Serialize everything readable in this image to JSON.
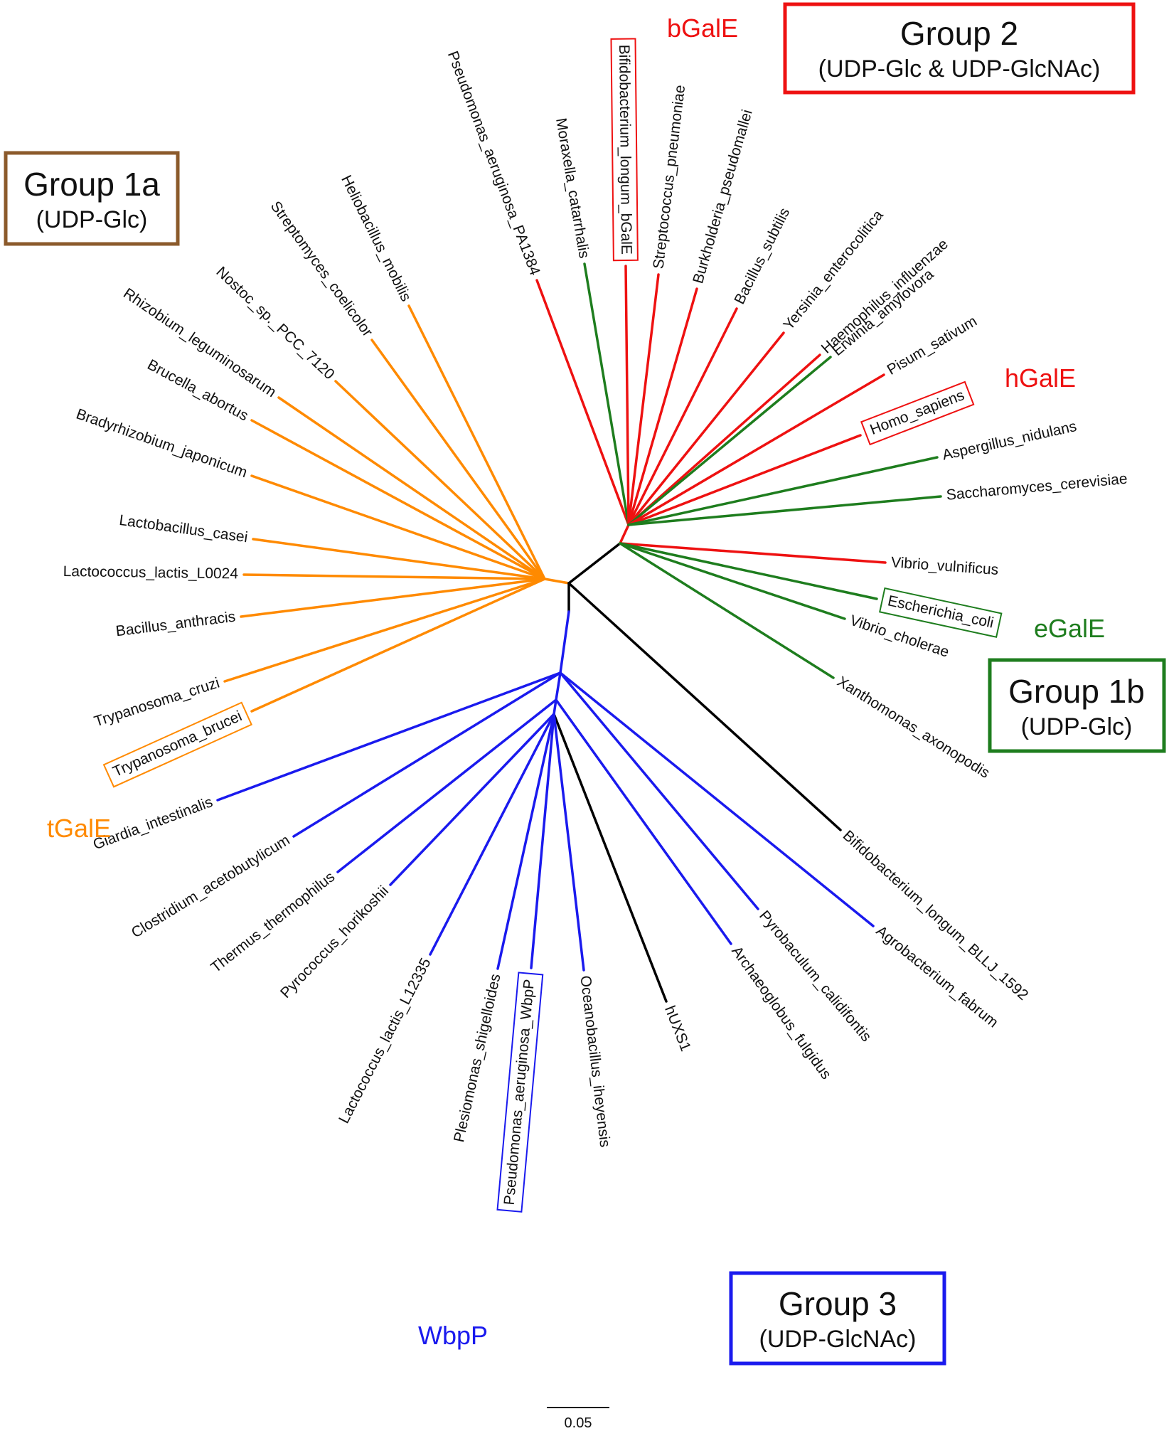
{
  "colors": {
    "group1a": "#ff8a00",
    "group1b": "#1e7d1e",
    "group2": "#ee1111",
    "group3": "#1a1aee",
    "ungrouped": "#000000",
    "group1a_box": "#8b5a2b"
  },
  "groups": [
    {
      "id": "g1a",
      "title": "Group 1a",
      "subtitle": "(UDP-Glc)",
      "color": "#8b5a2b"
    },
    {
      "id": "g2",
      "title": "Group 2",
      "subtitle": "(UDP-Glc & UDP-GlcNAc)",
      "color": "#ee1111"
    },
    {
      "id": "g1b",
      "title": "Group 1b",
      "subtitle": "(UDP-Glc)",
      "color": "#1e7d1e"
    },
    {
      "id": "g3",
      "title": "Group 3",
      "subtitle": "(UDP-GlcNAc)",
      "color": "#1a1aee"
    }
  ],
  "callouts": [
    {
      "id": "bgale",
      "text": "bGalE",
      "color": "#ee1111"
    },
    {
      "id": "hgale",
      "text": "hGalE",
      "color": "#ee1111"
    },
    {
      "id": "egale",
      "text": "eGalE",
      "color": "#1e7d1e"
    },
    {
      "id": "tgale",
      "text": "tGalE",
      "color": "#ff8a00"
    },
    {
      "id": "wbpp",
      "text": "WbpP",
      "color": "#1a1aee"
    }
  ],
  "leaves": [
    {
      "name": "Pseudomonas_aeruginosa_PA1384",
      "group": "group2",
      "boxed": false
    },
    {
      "name": "Moraxella_catarrhalis",
      "group": "group1b",
      "boxed": false
    },
    {
      "name": "Bifidobacterium_longum_bGalE",
      "group": "group2",
      "boxed": true
    },
    {
      "name": "Streptococcus_pneumoniae",
      "group": "group2",
      "boxed": false
    },
    {
      "name": "Burkholderia_pseudomallei",
      "group": "group2",
      "boxed": false
    },
    {
      "name": "Bacillus_subtilis",
      "group": "group2",
      "boxed": false
    },
    {
      "name": "Yersinia_enterocolitica",
      "group": "group2",
      "boxed": false
    },
    {
      "name": "Haemophilus_influenzae",
      "group": "group2",
      "boxed": false
    },
    {
      "name": "Erwinia_amylovora",
      "group": "group1b",
      "boxed": false
    },
    {
      "name": "Pisum_sativum",
      "group": "group2",
      "boxed": false
    },
    {
      "name": "Homo_sapiens",
      "group": "group2",
      "boxed": true
    },
    {
      "name": "Aspergillus_nidulans",
      "group": "group1b",
      "boxed": false
    },
    {
      "name": "Saccharomyces_cerevisiae",
      "group": "group1b",
      "boxed": false
    },
    {
      "name": "Vibrio_vulnificus",
      "group": "group2",
      "boxed": false
    },
    {
      "name": "Escherichia_coli",
      "group": "group1b",
      "boxed": true
    },
    {
      "name": "Vibrio_cholerae",
      "group": "group1b",
      "boxed": false
    },
    {
      "name": "Xanthomonas_axonopodis",
      "group": "group1b",
      "boxed": false
    },
    {
      "name": "Bifidobacterium_longum_BLLJ_1592",
      "group": "ungrouped",
      "boxed": false
    },
    {
      "name": "Agrobacterium_fabrum",
      "group": "group3",
      "boxed": false
    },
    {
      "name": "Pyrobaculum_calidifontis",
      "group": "group3",
      "boxed": false
    },
    {
      "name": "Archaeoglobus_fulgidus",
      "group": "group3",
      "boxed": false
    },
    {
      "name": "hUXS1",
      "group": "ungrouped",
      "boxed": false
    },
    {
      "name": "Oceanobacillus_iheyensis",
      "group": "group3",
      "boxed": false
    },
    {
      "name": "Pseudomonas_aeruginosa_WbpP",
      "group": "group3",
      "boxed": true
    },
    {
      "name": "Plesiomonas_shigelloides",
      "group": "group3",
      "boxed": false
    },
    {
      "name": "Lactococcus_lactis_L12335",
      "group": "group3",
      "boxed": false
    },
    {
      "name": "Pyrococcus_horikoshii",
      "group": "group3",
      "boxed": false
    },
    {
      "name": "Thermus_thermophilus",
      "group": "group3",
      "boxed": false
    },
    {
      "name": "Clostridium_acetobutylicum",
      "group": "group3",
      "boxed": false
    },
    {
      "name": "Giardia_intestinalis",
      "group": "group3",
      "boxed": false
    },
    {
      "name": "Trypanosoma_brucei",
      "group": "group1a",
      "boxed": true
    },
    {
      "name": "Trypanosoma_cruzi",
      "group": "group1a",
      "boxed": false
    },
    {
      "name": "Bacillus_anthracis",
      "group": "group1a",
      "boxed": false
    },
    {
      "name": "Lactococcus_lactis_L0024",
      "group": "group1a",
      "boxed": false
    },
    {
      "name": "Lactobacillus_casei",
      "group": "group1a",
      "boxed": false
    },
    {
      "name": "Bradyrhizobium_japonicum",
      "group": "group1a",
      "boxed": false
    },
    {
      "name": "Brucella_abortus",
      "group": "group1a",
      "boxed": false
    },
    {
      "name": "Rhizobium_leguminosarum",
      "group": "group1a",
      "boxed": false
    },
    {
      "name": "Nostoc_sp._PCC_7120",
      "group": "group1a",
      "boxed": false
    },
    {
      "name": "Streptomyces_coelicolor",
      "group": "group1a",
      "boxed": false
    },
    {
      "name": "Heliobacillus_mobilis",
      "group": "group1a",
      "boxed": false
    }
  ],
  "scale_bar": {
    "label": "0.05"
  }
}
